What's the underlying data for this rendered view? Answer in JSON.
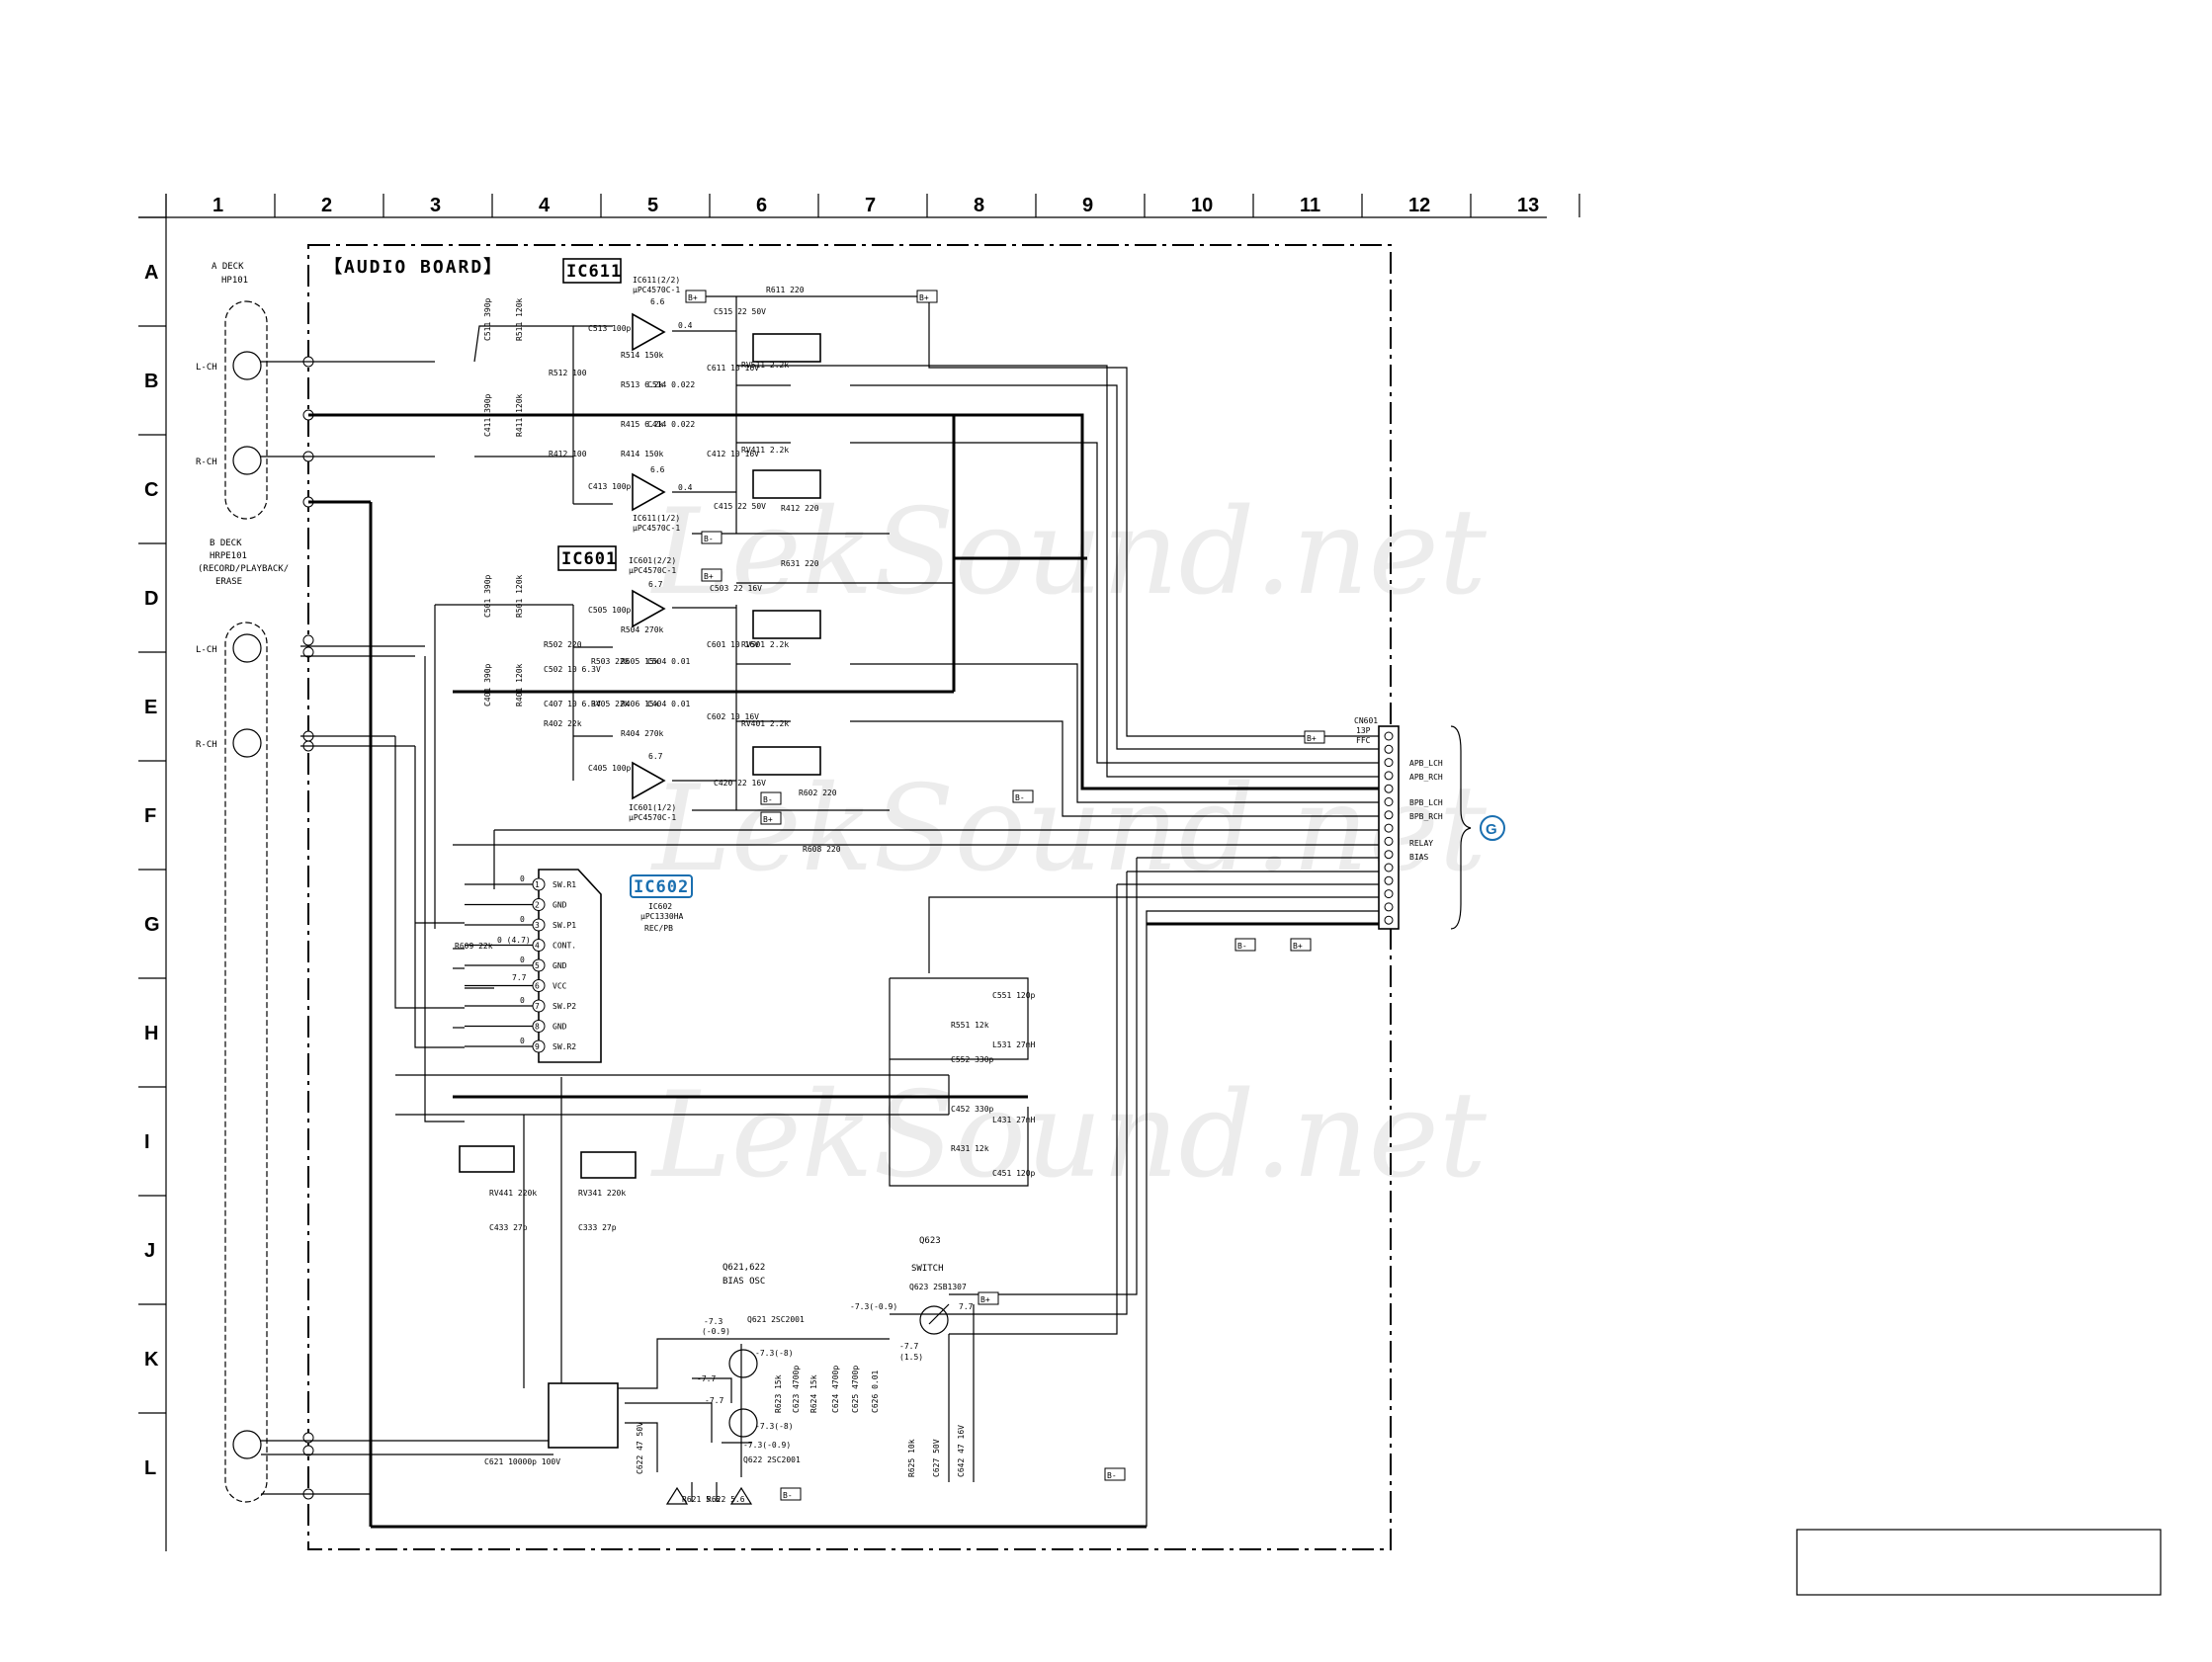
{
  "columns": [
    "1",
    "2",
    "3",
    "4",
    "5",
    "6",
    "7",
    "8",
    "9",
    "10",
    "11",
    "12",
    "13"
  ],
  "rows": [
    "A",
    "B",
    "C",
    "D",
    "E",
    "F",
    "G",
    "H",
    "I",
    "J",
    "K",
    "L"
  ],
  "board_title": "【AUDIO BOARD】",
  "a_deck": {
    "title": "A DECK",
    "part": "HP101",
    "lch": "L-CH",
    "rch": "R-CH"
  },
  "b_deck": {
    "title": "B DECK",
    "part": "HRPE101",
    "desc1": "(RECORD/PLAYBACK/",
    "desc2": "ERASE",
    "lch": "L-CH",
    "rch": "R-CH"
  },
  "ic611": {
    "title": "IC611",
    "sub1": "IC611(2/2)",
    "sub2": "μPC4570C-1",
    "sub3": "IC611(1/2)",
    "sub4": "μPC4570C-1",
    "v1": "6.6",
    "v2": "0.4",
    "v3": "6.6",
    "v4": "0.4"
  },
  "ic601": {
    "title": "IC601",
    "sub1": "IC601(2/2)",
    "sub2": "μPC4570C-1",
    "sub3": "IC601(1/2)",
    "sub4": "μPC4570C-1",
    "v1": "6.7",
    "v2": "6.7"
  },
  "ic602": {
    "title": "IC602",
    "part": "IC602",
    "type": "μPC1330HA",
    "func": "REC/PB",
    "pins": [
      "SW.R1",
      "GND",
      "SW.P1",
      "CONT.",
      "GND",
      "VCC",
      "SW.P2",
      "GND",
      "SW.R2"
    ],
    "pin_numbers": [
      "1",
      "2",
      "3",
      "4",
      "5",
      "6",
      "7",
      "8",
      "9"
    ],
    "volt_cont": "0 (4.7)",
    "volt_vcc": "7.7",
    "zeros": [
      "0",
      "0",
      "0",
      "0",
      "0"
    ]
  },
  "cn601": {
    "title": "CN601",
    "sub1": "13P",
    "sub2": "FFC",
    "labels": [
      "APB_LCH",
      "APB_RCH",
      "BPB_LCH",
      "BPB_RCH",
      "RELAY",
      "BIAS"
    ],
    "connector": "G"
  },
  "rails": {
    "bplus": "B+",
    "bminus": "B-"
  },
  "components": {
    "c511": "C511 390p",
    "r511": "R511 120k",
    "r512": "R512 100",
    "c513": "C513 100p",
    "r514": "R514 150k",
    "r513": "R513 6.2k",
    "c514": "C514 0.022",
    "c515": "C515 22 50V",
    "r611": "R611 220",
    "c611": "C611 10 16V",
    "rv511": "RV511 2.2k",
    "c411": "C411 390p",
    "r411": "R411 120k",
    "r412": "R412 100",
    "r415": "R415 6.2k",
    "c414": "C414 0.022",
    "r414": "R414 150k",
    "c413": "C413 100p",
    "c412": "C412 10 16V",
    "rv411": "RV411 2.2k",
    "c415": "C415 22 50V",
    "r412b": "R412 220",
    "c501": "C501 390p",
    "r501": "R501 120k",
    "c505": "C505 100p",
    "r504": "R504 270k",
    "c503": "C503 22 16V",
    "r631": "R631 220",
    "r502": "R502 220",
    "r503": "R503 22k",
    "r505": "R505 15k",
    "c504": "C504 0.01",
    "c502": "C502 10 6.3V",
    "c601": "C601 10 16V",
    "rv501": "RV501 2.2k",
    "c407": "C407 10 6.3V",
    "r405": "R405 22k",
    "r406": "R406 15k",
    "c404": "C404 0.01",
    "r402": "R402 22k",
    "c401": "C401 390p",
    "r401": "R401 120k",
    "c405": "C405 100p",
    "r404": "R404 270k",
    "c602": "C602 10 16V",
    "rv401": "RV401 2.2k",
    "c420": "C420 22 16V",
    "r602": "R602 220",
    "r608": "R608 220",
    "r609": "R609 22k",
    "c551": "C551 120p",
    "r551": "R551 12k",
    "l531": "L531 27mH",
    "c552": "C552 330p",
    "c452": "C452 330p",
    "l431": "L431 27mH",
    "r431": "R431 12k",
    "c451": "C451 120p",
    "rv441": "RV441 220k",
    "rv341": "RV341 220k",
    "c433": "C433 27p",
    "c333": "C333 27p",
    "c621": "C621 10000p 100V",
    "c622": "C622 47 50V",
    "r621": "R621 5.6",
    "r622": "R622 5.6",
    "q621": "Q621 2SC2001",
    "q622": "Q622 2SC2001",
    "q623": "Q623 2SB1307",
    "r623": "R623 15k",
    "c623": "C623 4700p",
    "r624": "R624 15k",
    "c624": "C624 4700p",
    "c625": "C625 4700p",
    "c626": "C626 0.01",
    "r625": "R625 10k",
    "c627": "C627 50V",
    "c642": "C642 47 16V"
  },
  "osc": {
    "label1": "Q621,622",
    "label2": "BIAS OSC",
    "switch1": "Q623",
    "switch2": "SWITCH",
    "v_a": "-7.3",
    "v_a2": "(-0.9)",
    "v_b": "-7.3(-8)",
    "v_c": "-7.7",
    "v_d": "-7.7",
    "v_e": "-7.3(-8)",
    "v_f": "-7.3(-0.9)",
    "v_g": "-7.3(-0.9)",
    "v_h": "7.7",
    "v_i": "-7.7",
    "v_j": "(1.5)"
  }
}
